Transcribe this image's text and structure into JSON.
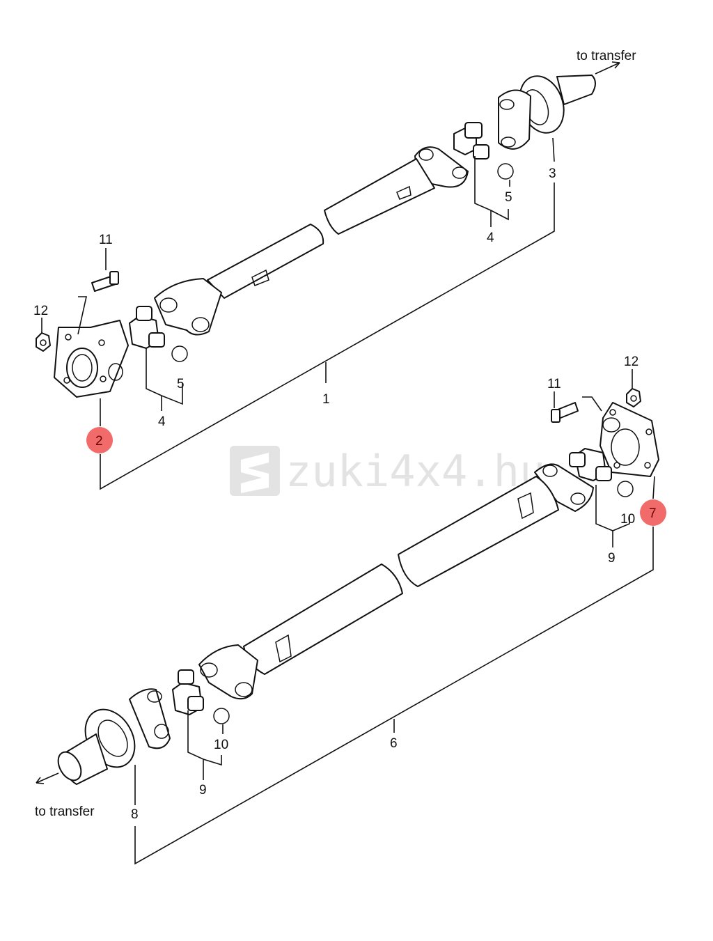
{
  "watermark": {
    "text": "zuki4x4.hu",
    "logo_color": "#e3e3e3"
  },
  "highlight_color": "#f26b6b",
  "labels": {
    "to_transfer_top": "to transfer",
    "to_transfer_bottom": "to transfer",
    "front": {
      "l1": "1",
      "l2": "2",
      "l3": "3",
      "l4a": "4",
      "l4b": "4",
      "l5a": "5",
      "l5b": "5",
      "l11": "11",
      "l12": "12"
    },
    "rear": {
      "l6": "6",
      "l7": "7",
      "l8": "8",
      "l9a": "9",
      "l9b": "9",
      "l10a": "10",
      "l10b": "10",
      "l11": "11",
      "l12": "12"
    }
  },
  "highlighted_parts": [
    "2",
    "7"
  ]
}
